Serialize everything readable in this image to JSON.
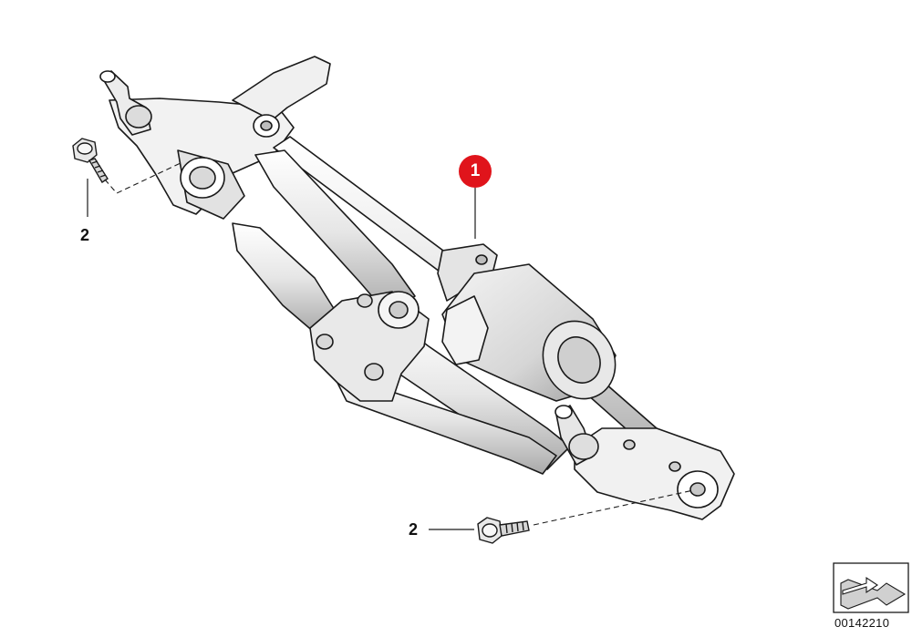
{
  "callouts": {
    "part_1": "1",
    "part_2_top": "2",
    "part_2_bottom": "2"
  },
  "diagram_ref": "00142210",
  "colors": {
    "badge": "#e0141b",
    "line": "#1a1a1a",
    "shade": "#cfcfcf"
  },
  "icons": {
    "navigation": "return-arrow-icon"
  }
}
